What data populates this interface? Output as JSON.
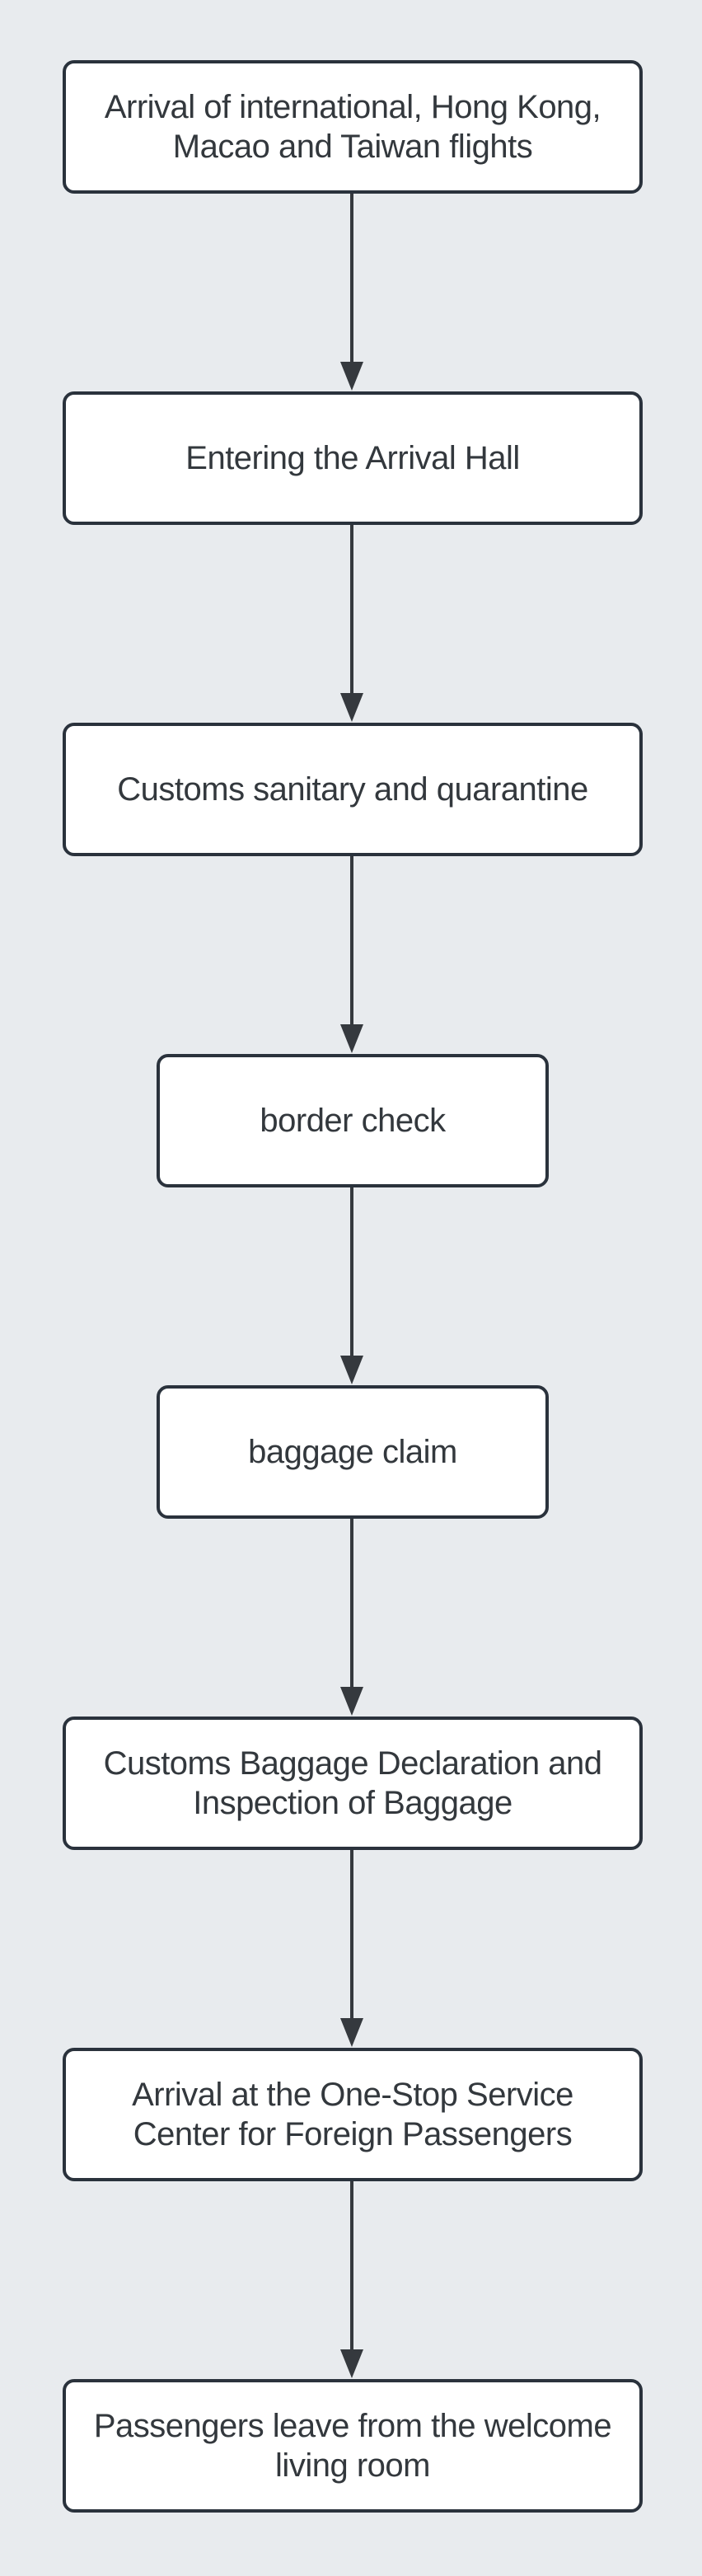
{
  "diagram": {
    "type": "flowchart",
    "direction": "top-down",
    "background_color": "#e8ebee",
    "node_fill_color": "#ffffff",
    "node_border_color": "#2a323c",
    "edge_color": "#35393e",
    "text_color": "#33383d",
    "nodes": [
      {
        "id": "n1",
        "label": "Arrival of international, Hong Kong, Macao and Taiwan flights"
      },
      {
        "id": "n2",
        "label": "Entering the Arrival Hall"
      },
      {
        "id": "n3",
        "label": "Customs sanitary and quarantine"
      },
      {
        "id": "n4",
        "label": "border check"
      },
      {
        "id": "n5",
        "label": "baggage claim"
      },
      {
        "id": "n6",
        "label": "Customs Baggage Declaration and Inspection of Baggage"
      },
      {
        "id": "n7",
        "label": "Arrival at the One-Stop Service Center for Foreign Passengers"
      },
      {
        "id": "n8",
        "label": "Passengers leave from the welcome living room"
      }
    ],
    "edges": [
      {
        "from": "n1",
        "to": "n2"
      },
      {
        "from": "n2",
        "to": "n3"
      },
      {
        "from": "n3",
        "to": "n4"
      },
      {
        "from": "n4",
        "to": "n5"
      },
      {
        "from": "n5",
        "to": "n6"
      },
      {
        "from": "n6",
        "to": "n7"
      },
      {
        "from": "n7",
        "to": "n8"
      }
    ]
  }
}
